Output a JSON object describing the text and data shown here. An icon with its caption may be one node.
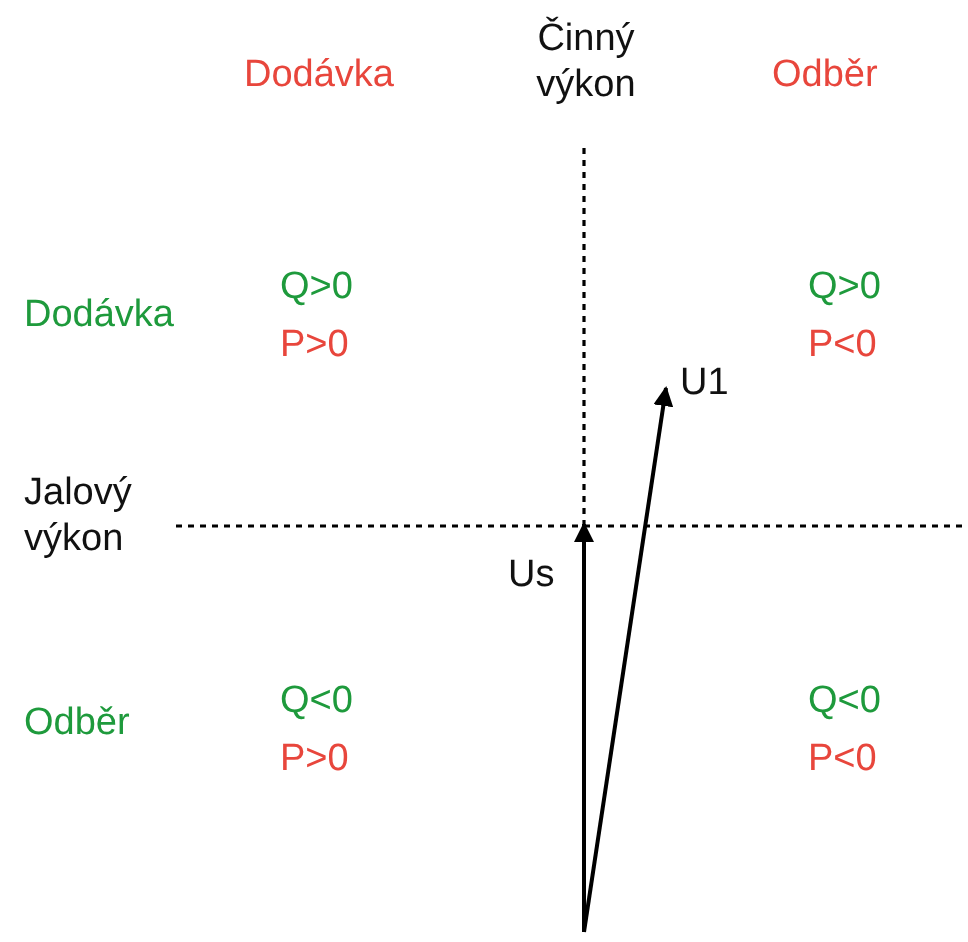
{
  "diagram": {
    "labels": [
      "Dodávka",
      "Činný výkon",
      "Odběr",
      "Dodávka",
      "Q>0",
      "Q>0",
      "P>0",
      "P<0",
      "U1",
      "Jalový výkon",
      "Us",
      "Odběr",
      "Q<0",
      "Q<0",
      "P>0",
      "P<0"
    ]
  }
}
